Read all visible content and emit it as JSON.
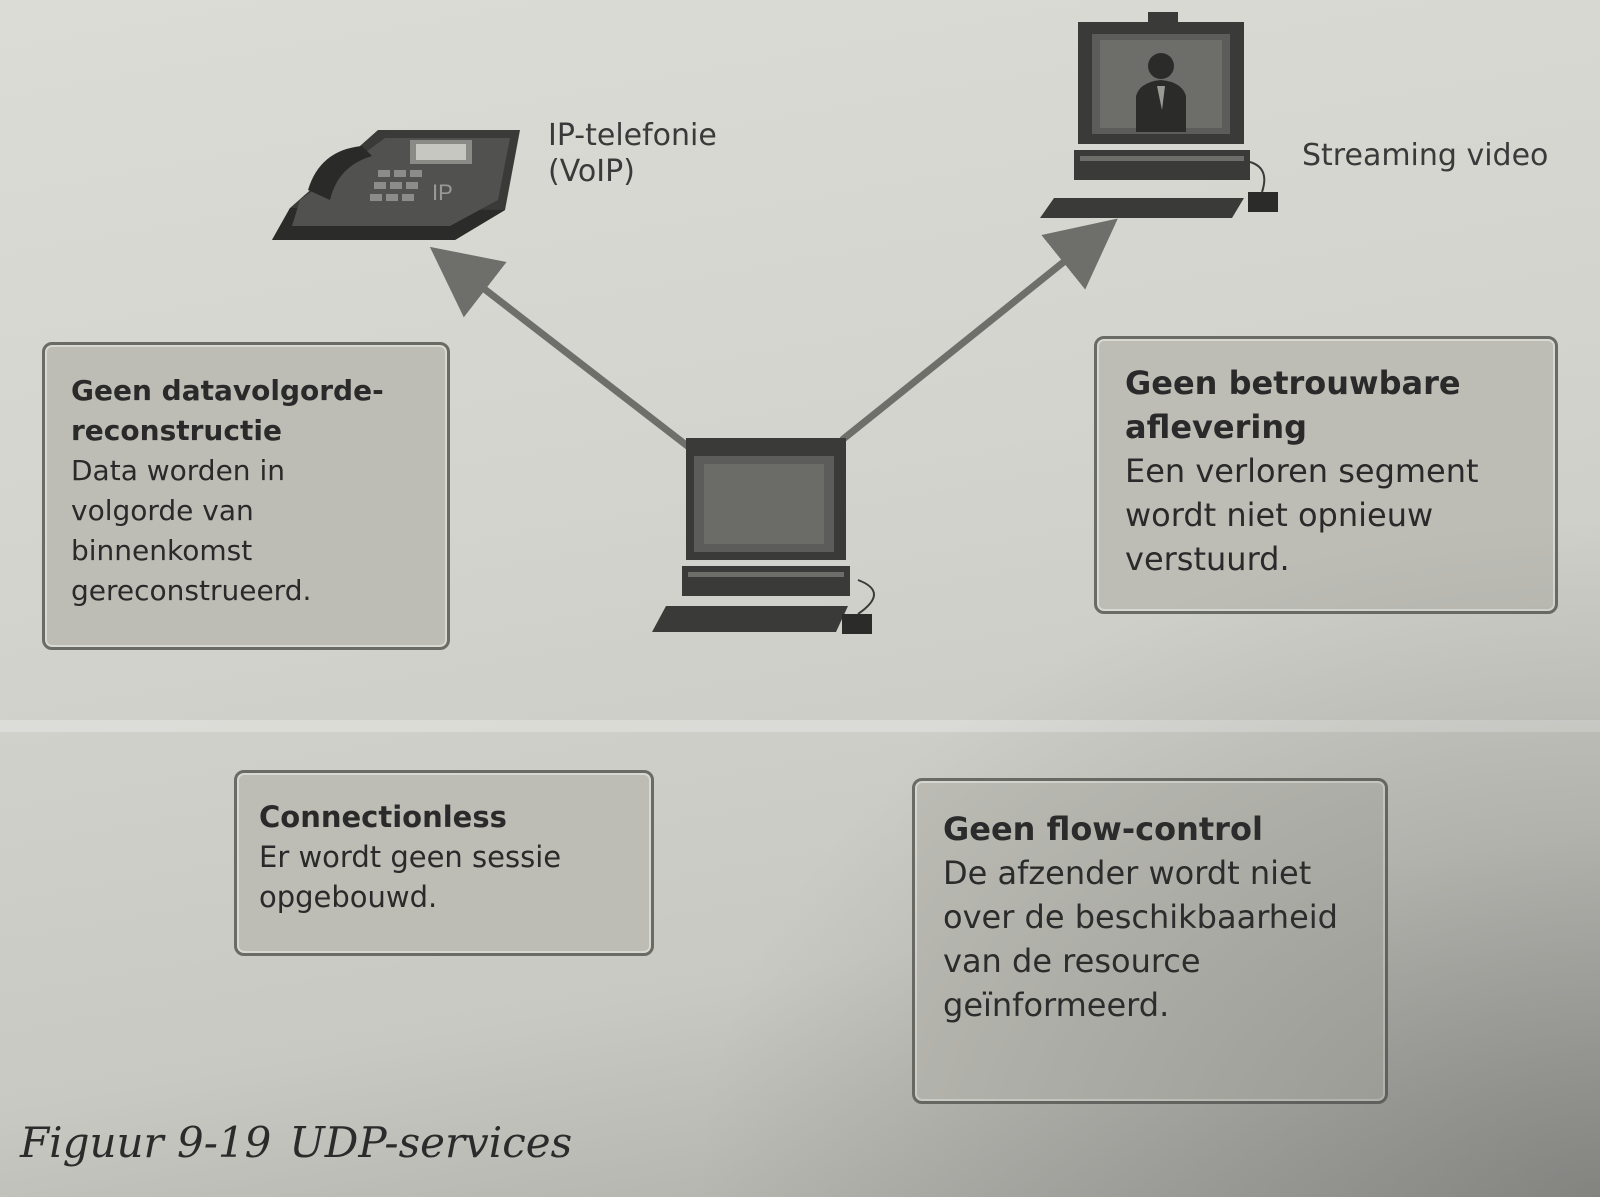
{
  "labels": {
    "phone_line1": "IP-telefonie",
    "phone_line2": "(VoIP)",
    "video": "Streaming video",
    "phone_badge": "IP"
  },
  "boxes": {
    "sequence": {
      "title_line1": "Geen datavolgorde-",
      "title_line2": "reconstructie",
      "body": "Data worden in volgorde van binnenkomst gereconstrueerd."
    },
    "reliable": {
      "title": "Geen betrouwbare aflevering",
      "body": "Een verloren segment wordt niet opnieuw verstuurd."
    },
    "connection": {
      "title": "Connectionless",
      "body": "Er wordt geen sessie opgebouwd."
    },
    "flow": {
      "title": "Geen flow-control",
      "body": "De afzender wordt niet over de beschikbaarheid van de resource geïnformeerd."
    }
  },
  "caption": {
    "number": "Figuur 9-19",
    "title": "UDP-services"
  },
  "colors": {
    "box_fill": "#bdbdb6",
    "box_border": "#6b6b66",
    "arrow": "#6e6e6a",
    "device": "#3e3e3c"
  }
}
